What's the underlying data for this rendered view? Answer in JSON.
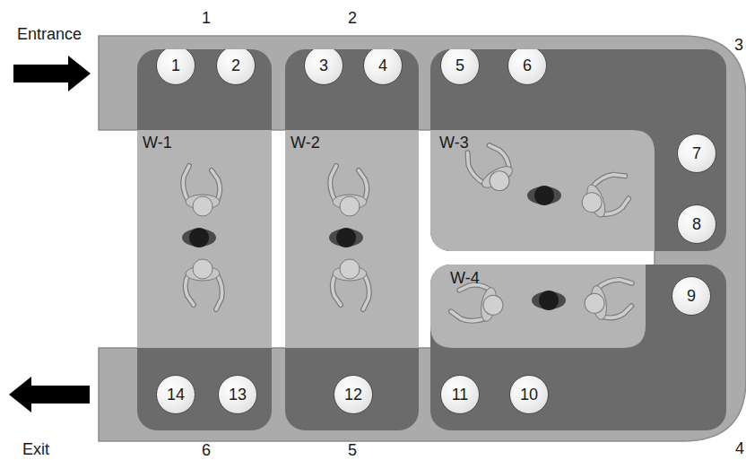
{
  "diagram": {
    "nodes": [
      {
        "text": [
          "W-1"
        ]
      },
      {
        "text": [
          "1"
        ],
        "in": 0
      },
      {
        "text": [
          "2"
        ],
        "in": 0
      },
      {
        "text": [
          "W-2"
        ]
      },
      {
        "text": [
          "3"
        ],
        "in": 3
      },
      {
        "text": [
          "4"
        ],
        "in": 3
      },
      {
        "text": [
          "W-3"
        ]
      },
      {
        "text": [
          "5"
        ],
        "in": 6
      },
      {
        "text": [
          "6"
        ],
        "in": 6
      },
      {
        "text": [
          "7"
        ],
        "in": 6
      },
      {
        "text": [
          "8"
        ],
        "in": 6
      },
      {
        "text": [
          "W-4"
        ]
      },
      {
        "text": [
          "9"
        ],
        "in": 11
      },
      {
        "text": [
          "10"
        ],
        "in": 11
      },
      {
        "text": [
          "11"
        ],
        "in": 11
      },
      {
        "text": [
          "12"
        ],
        "in": 3
      },
      {
        "text": [
          "13"
        ],
        "in": 0
      },
      {
        "text": [
          "14"
        ],
        "in": 0
      }
    ],
    "labels": [
      "Entrance",
      "Exit",
      "1",
      "2",
      "3",
      "4",
      "5",
      "6"
    ]
  }
}
